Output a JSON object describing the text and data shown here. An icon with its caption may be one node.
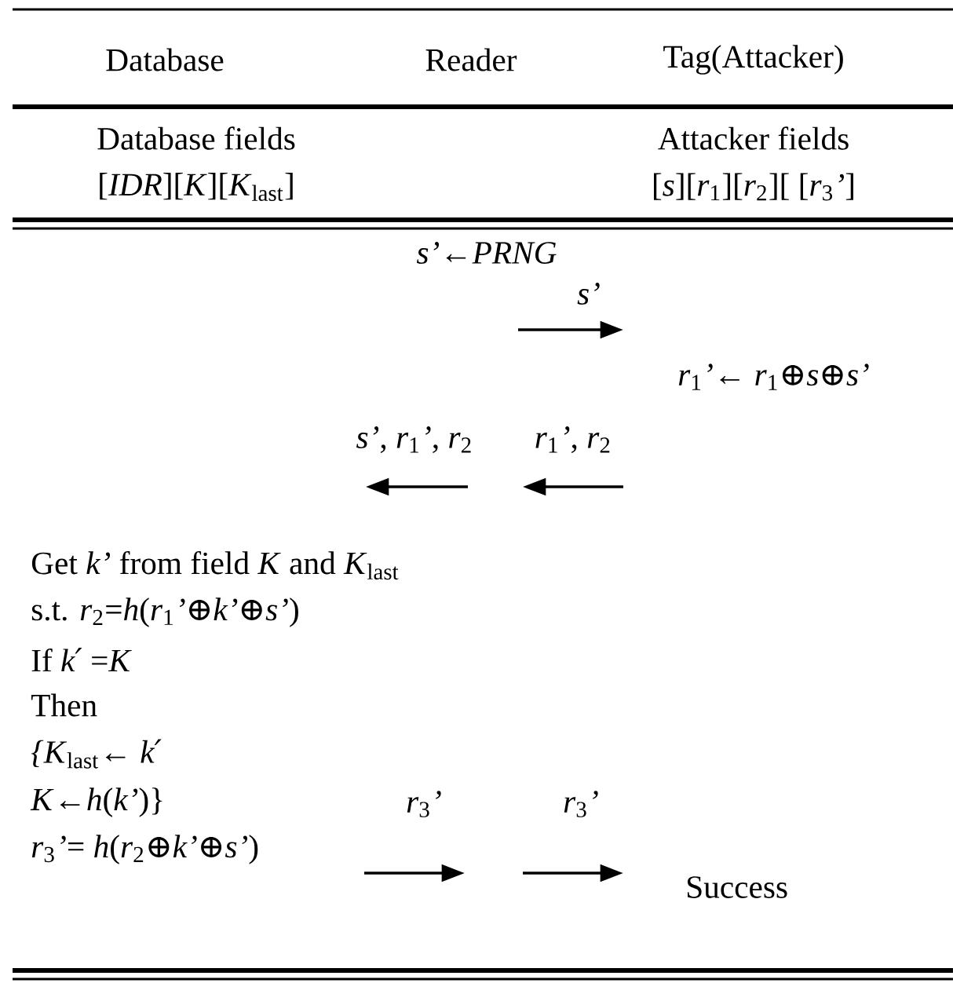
{
  "diagram": {
    "labels": [
      "Database",
      "Reader",
      "Tag(Attacker)",
      "Database fields",
      "[*IDR*][*K*][*K*$_{last}$]",
      "Attacker fields",
      "[*s*][*r*$_{1}$][*r*$_{2}$][ [*r*$_{3}$*’*]",
      "*s’*←*PRNG*",
      "*s’*",
      "*r*$_{1}$*’*← *r*$_{1}$⊕*s*⊕*s’*",
      "*s’*, *r*$_{1}$*’*, *r*$_{2}$",
      "*r*$_{1}$*’*, *r*$_{2}$",
      "Get *k’* from field *K* and *K*$_{last}$",
      "s.t. *r*$_{2}$=*h*(*r*$_{1}$*’*⊕*k’*⊕*s’*)",
      "If *k′* =*K*",
      "Then",
      "*{K*$_{last}$*← k′*",
      "*K*←*h*(*k’*)}",
      "*r*$_{3}$*’*= *h*(*r*$_{2}$⊕*k’*⊕*s’*)",
      "*r*$_{3}$*’*",
      "*r*$_{3}$*’*",
      "Success"
    ]
  }
}
